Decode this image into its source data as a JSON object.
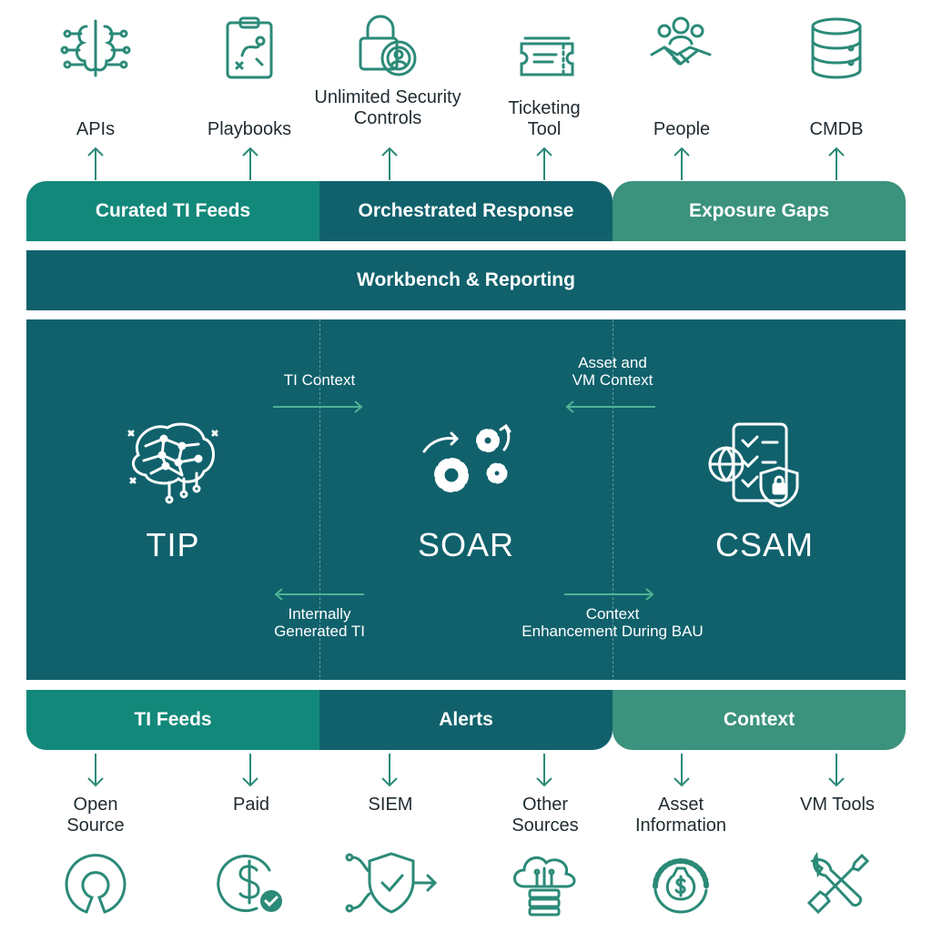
{
  "top_outputs": [
    {
      "label": "APIs",
      "icon": "api-circuit-icon"
    },
    {
      "label": "Playbooks",
      "icon": "playbook-clipboard-icon"
    },
    {
      "label": "Unlimited Security\nControls",
      "icon": "lock-gear-icon"
    },
    {
      "label": "Ticketing\nTool",
      "icon": "ticket-icon"
    },
    {
      "label": "People",
      "icon": "people-handshake-icon"
    },
    {
      "label": "CMDB",
      "icon": "database-icon"
    }
  ],
  "top_bands": [
    "Curated TI Feeds",
    "Orchestrated Response",
    "Exposure Gaps"
  ],
  "workbench": "Workbench & Reporting",
  "modules": [
    {
      "name": "TIP",
      "icon": "brain-network-icon"
    },
    {
      "name": "SOAR",
      "icon": "gears-icon"
    },
    {
      "name": "CSAM",
      "icon": "checklist-shield-icon"
    }
  ],
  "flows": {
    "ti_context": "TI Context",
    "asset_vm_context": "Asset and\nVM Context",
    "internally_generated_ti": "Internally\nGenerated TI",
    "context_enhancement": "Context\nEnhancement During BAU"
  },
  "bottom_bands": [
    "TI Feeds",
    "Alerts",
    "Context"
  ],
  "bottom_inputs": [
    {
      "label": "Open\nSource",
      "icon": "open-source-icon"
    },
    {
      "label": "Paid",
      "icon": "dollar-check-icon"
    },
    {
      "label": "SIEM",
      "icon": "shield-check-icon"
    },
    {
      "label": "Other\nSources",
      "icon": "cloud-server-icon"
    },
    {
      "label": "Asset\nInformation",
      "icon": "money-bag-gauge-icon"
    },
    {
      "label": "VM Tools",
      "icon": "wrench-screwdriver-icon"
    }
  ],
  "colors": {
    "teal": "#12887a",
    "dark_teal": "#10616c",
    "green_teal": "#3b927d",
    "icon_stroke": "#2b8a78"
  }
}
